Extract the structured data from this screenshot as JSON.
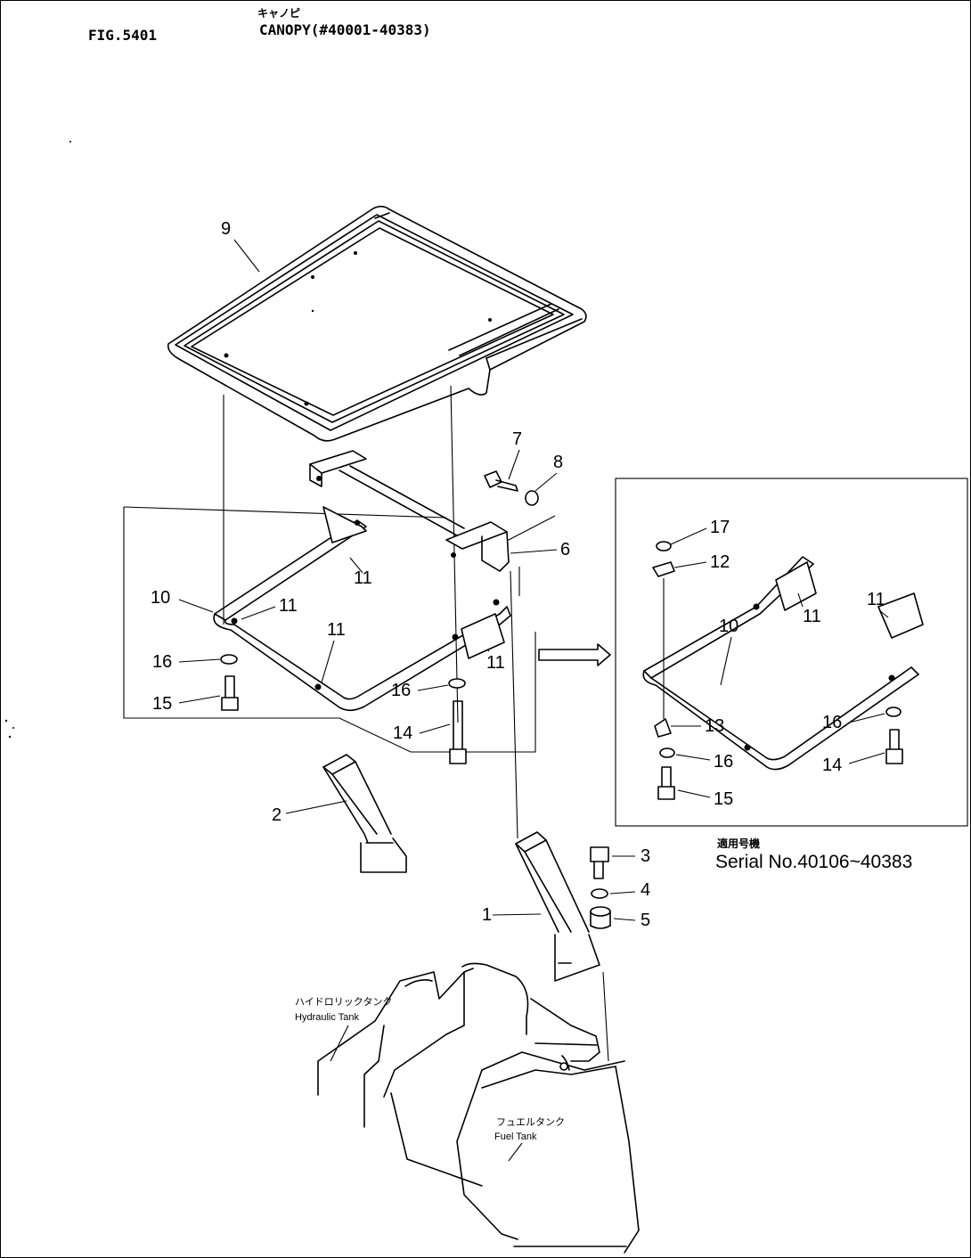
{
  "header": {
    "fig": "FIG.5401",
    "title_jp": "キャノピ",
    "title": "CANOPY(#40001-40383)"
  },
  "parts": {
    "p1": "1",
    "p2": "2",
    "p3": "3",
    "p4": "4",
    "p5": "5",
    "p6": "6",
    "p7": "7",
    "p8": "8",
    "p9": "9",
    "p10": "10",
    "p11": "11",
    "p12": "12",
    "p13": "13",
    "p14": "14",
    "p15": "15",
    "p16": "16",
    "p17": "17"
  },
  "labels": {
    "hydraulic_jp": "ハイドロリックタンク",
    "hydraulic_en": "Hydraulic Tank",
    "fuel_jp": "フュエルタンク",
    "fuel_en": "Fuel Tank"
  },
  "serial": {
    "jp": "適用号機",
    "en": "Serial No.40106~40383"
  }
}
